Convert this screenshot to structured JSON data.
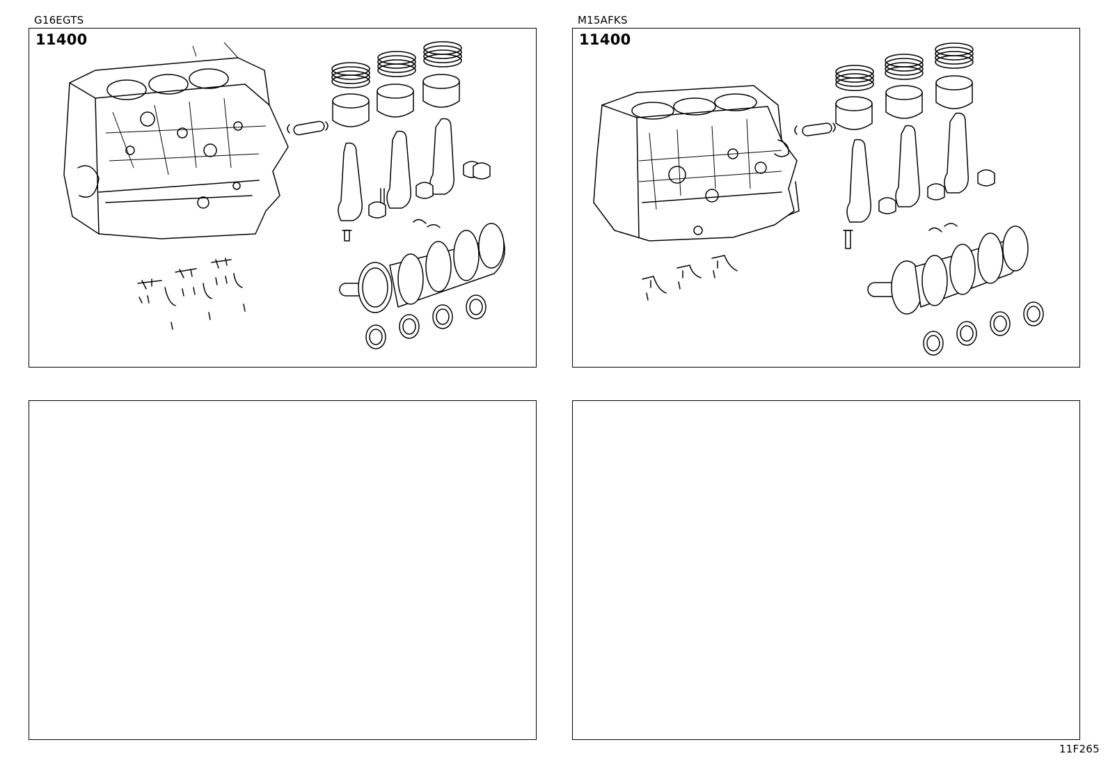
{
  "panels": [
    {
      "engine": "G16EGTS",
      "part_number": "11400"
    },
    {
      "engine": "M15AFKS",
      "part_number": "11400"
    },
    {
      "engine": "",
      "part_number": ""
    },
    {
      "engine": "",
      "part_number": ""
    }
  ],
  "figure_code": "11F265"
}
